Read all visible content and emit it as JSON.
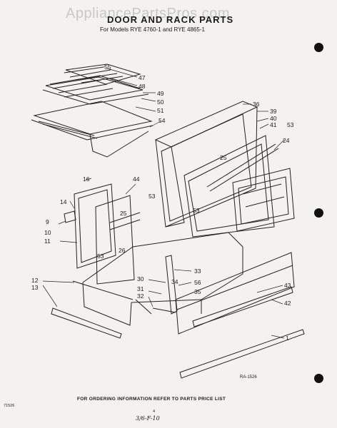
{
  "watermark": "AppliancePartsPros.com",
  "title": "DOOR AND RACK PARTS",
  "subtitle": "For Models RYE 4760-1 and RYE 4865-1",
  "footer_note": "FOR ORDERING INFORMATION REFER TO PARTS PRICE LIST",
  "drawing_ref": "RA-1526",
  "doc_code": "71526",
  "page_number": "4",
  "handwritten": "3/6-F-10",
  "callouts": {
    "c55": "55",
    "c47": "47",
    "c48": "48",
    "c49": "49",
    "c50": "50",
    "c51": "51",
    "c54": "54",
    "c36": "36",
    "c39": "39",
    "c40": "40",
    "c41": "41",
    "c53a": "53",
    "c25a": "25",
    "c24": "24",
    "c16": "16",
    "c44": "44",
    "c53b": "53",
    "c14": "14",
    "c25b": "25",
    "c9": "9",
    "c10": "10",
    "c11": "11",
    "c26": "26",
    "c53c": "53",
    "c53d": "53",
    "c33": "33",
    "c30": "30",
    "c34": "34",
    "c56": "56",
    "c31": "31",
    "c35": "35",
    "c32": "32",
    "c12": "12",
    "c13": "13",
    "c43": "43",
    "c42": "42",
    "c1": "1"
  }
}
